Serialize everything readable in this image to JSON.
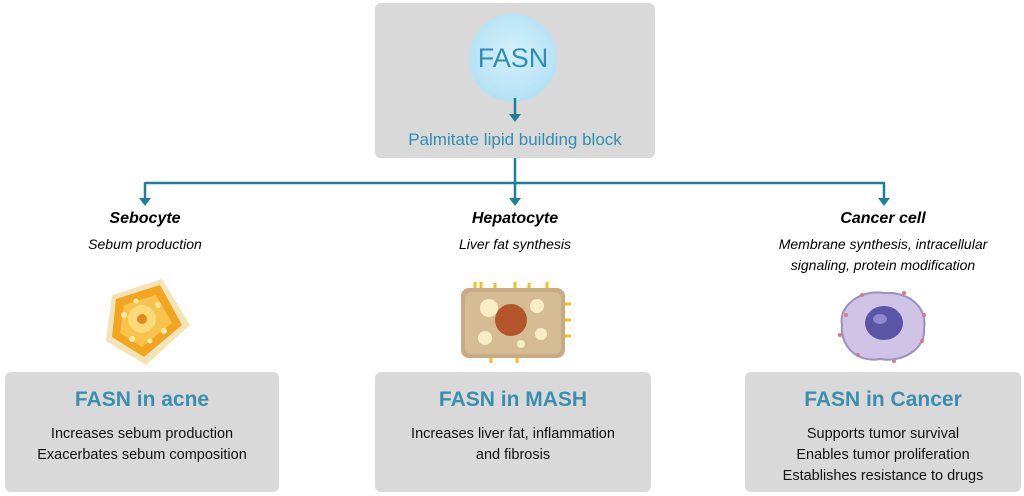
{
  "top": {
    "circle_label": "FASN",
    "output_label": "Palmitate lipid building block"
  },
  "columns": [
    {
      "title": "Sebocyte",
      "subtitle_lines": [
        "Sebum production"
      ],
      "image_icon": "sebocyte-cell-illustration",
      "box_heading": "FASN in acne",
      "box_lines": [
        "Increases sebum production",
        "Exacerbates sebum composition"
      ]
    },
    {
      "title": "Hepatocyte",
      "subtitle_lines": [
        "Liver fat synthesis"
      ],
      "image_icon": "hepatocyte-cell-illustration",
      "box_heading": "FASN in MASH",
      "box_lines": [
        "Increases liver fat, inflammation",
        "and fibrosis"
      ]
    },
    {
      "title": "Cancer cell",
      "subtitle_lines": [
        "Membrane synthesis, intracellular",
        "signaling, protein modification"
      ],
      "image_icon": "cancer-cell-illustration",
      "box_heading": "FASN in Cancer",
      "box_lines": [
        "Supports tumor survival",
        "Enables tumor proliferation",
        "Establishes resistance to drugs"
      ]
    }
  ],
  "colors": {
    "box_gray": "#d9d9d9",
    "accent_teal": "#2f8fb3",
    "connector": "#1f7f96"
  }
}
